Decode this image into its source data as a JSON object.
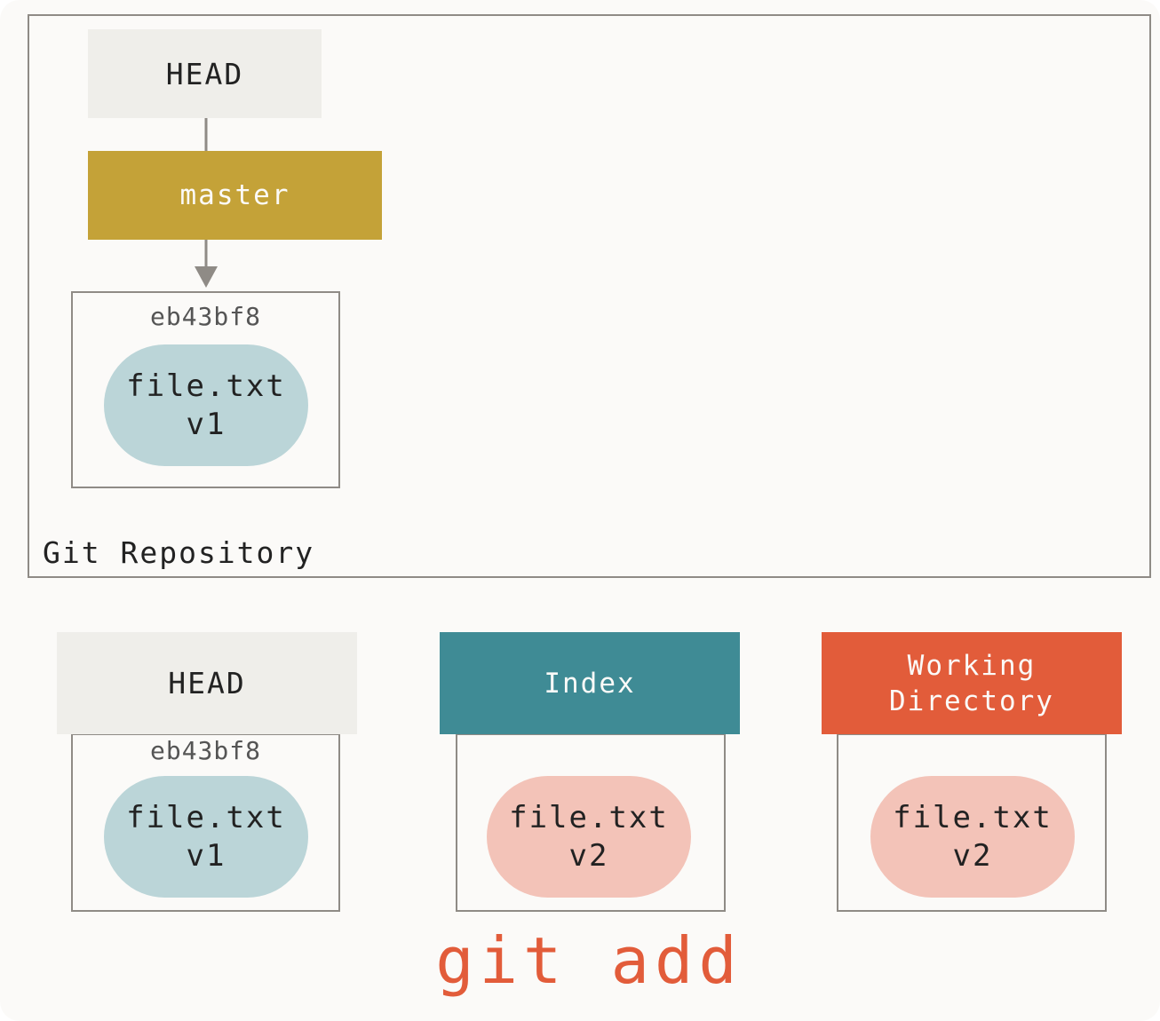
{
  "repository": {
    "label": "Git Repository",
    "head_label": "HEAD",
    "branch_label": "master",
    "commit": {
      "hash": "eb43bf8",
      "file": "file.txt\nv1"
    }
  },
  "trees": {
    "head": {
      "label": "HEAD",
      "hash": "eb43bf8",
      "file": "file.txt\nv1"
    },
    "index": {
      "label": "Index",
      "file": "file.txt\nv2"
    },
    "working_directory": {
      "label": "Working\nDirectory",
      "file": "file.txt\nv2"
    }
  },
  "command": "git add",
  "colors": {
    "head": "#efeeea",
    "master": "#c4a238",
    "index": "#3f8b95",
    "working_directory": "#e25c3a",
    "blob_v1": "#bbd5d8",
    "blob_v2": "#f3c3b8",
    "command": "#e25c3a"
  }
}
